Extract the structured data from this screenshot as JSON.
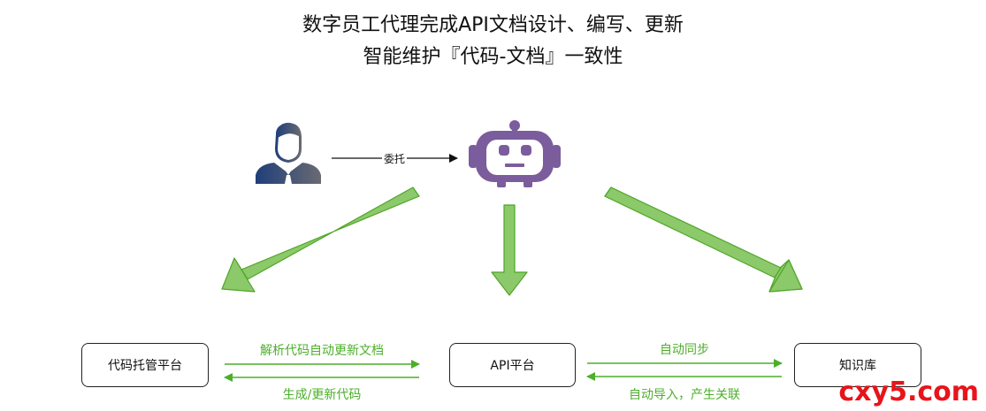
{
  "title": {
    "line1": "数字员工代理完成API文档设计、编写、更新",
    "line2": "智能维护『代码-文档』一致性"
  },
  "actors": {
    "human": {
      "icon": "person-icon"
    },
    "robot": {
      "icon": "robot-icon"
    },
    "delegate_label": "委托"
  },
  "nodes": {
    "code_platform": "代码托管平台",
    "api_platform": "API平台",
    "knowledge_base": "知识库"
  },
  "edges": {
    "parse_update": "解析代码自动更新文档",
    "generate_update": "生成/更新代码",
    "auto_sync": "自动同步",
    "auto_import": "自动导入，产生关联"
  },
  "colors": {
    "fat_arrow_fill": "#8cc96a",
    "fat_arrow_stroke": "#4da526",
    "edge_text": "#4caf2a",
    "robot": "#7b5c9c",
    "person": "#2e4e8a",
    "watermark": "#e8141b"
  },
  "watermark": "cxy5.com"
}
